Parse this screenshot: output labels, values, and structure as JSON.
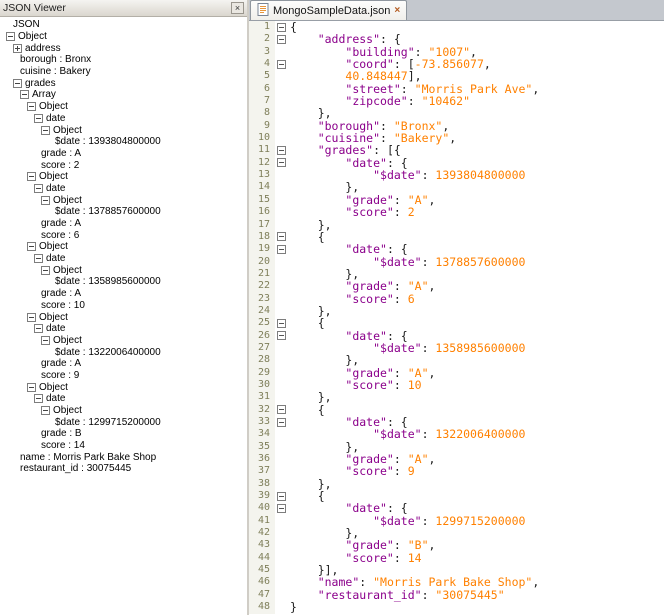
{
  "icons": {
    "close": "×"
  },
  "colors": {
    "key_color": "#8B008B",
    "value_color": "#FF8000",
    "text_color": "#1A1A1A",
    "line_number_color": "#7F7F5A"
  },
  "left_panel": {
    "title": "JSON Viewer",
    "tree": [
      {
        "label": "JSON",
        "depth": 0,
        "exp": null
      },
      {
        "label": "Object",
        "depth": 0,
        "exp": "minus"
      },
      {
        "label": "address",
        "depth": 1,
        "exp": "plus"
      },
      {
        "label": "borough",
        "value": "Bronx",
        "depth": 1,
        "exp": null
      },
      {
        "label": "cuisine",
        "value": "Bakery",
        "depth": 1,
        "exp": null
      },
      {
        "label": "grades",
        "depth": 1,
        "exp": "minus"
      },
      {
        "label": "Array",
        "depth": 2,
        "exp": "minus"
      },
      {
        "label": "Object",
        "depth": 3,
        "exp": "minus"
      },
      {
        "label": "date",
        "depth": 4,
        "exp": "minus"
      },
      {
        "label": "Object",
        "depth": 5,
        "exp": "minus"
      },
      {
        "label": "$date",
        "value": "1393804800000",
        "depth": 6,
        "exp": null
      },
      {
        "label": "grade",
        "value": "A",
        "depth": 4,
        "exp": null
      },
      {
        "label": "score",
        "value": "2",
        "depth": 4,
        "exp": null
      },
      {
        "label": "Object",
        "depth": 3,
        "exp": "minus"
      },
      {
        "label": "date",
        "depth": 4,
        "exp": "minus"
      },
      {
        "label": "Object",
        "depth": 5,
        "exp": "minus"
      },
      {
        "label": "$date",
        "value": "1378857600000",
        "depth": 6,
        "exp": null
      },
      {
        "label": "grade",
        "value": "A",
        "depth": 4,
        "exp": null
      },
      {
        "label": "score",
        "value": "6",
        "depth": 4,
        "exp": null
      },
      {
        "label": "Object",
        "depth": 3,
        "exp": "minus"
      },
      {
        "label": "date",
        "depth": 4,
        "exp": "minus"
      },
      {
        "label": "Object",
        "depth": 5,
        "exp": "minus"
      },
      {
        "label": "$date",
        "value": "1358985600000",
        "depth": 6,
        "exp": null
      },
      {
        "label": "grade",
        "value": "A",
        "depth": 4,
        "exp": null
      },
      {
        "label": "score",
        "value": "10",
        "depth": 4,
        "exp": null
      },
      {
        "label": "Object",
        "depth": 3,
        "exp": "minus"
      },
      {
        "label": "date",
        "depth": 4,
        "exp": "minus"
      },
      {
        "label": "Object",
        "depth": 5,
        "exp": "minus"
      },
      {
        "label": "$date",
        "value": "1322006400000",
        "depth": 6,
        "exp": null
      },
      {
        "label": "grade",
        "value": "A",
        "depth": 4,
        "exp": null
      },
      {
        "label": "score",
        "value": "9",
        "depth": 4,
        "exp": null
      },
      {
        "label": "Object",
        "depth": 3,
        "exp": "minus"
      },
      {
        "label": "date",
        "depth": 4,
        "exp": "minus"
      },
      {
        "label": "Object",
        "depth": 5,
        "exp": "minus"
      },
      {
        "label": "$date",
        "value": "1299715200000",
        "depth": 6,
        "exp": null
      },
      {
        "label": "grade",
        "value": "B",
        "depth": 4,
        "exp": null
      },
      {
        "label": "score",
        "value": "14",
        "depth": 4,
        "exp": null
      },
      {
        "label": "name",
        "value": "Morris Park Bake Shop",
        "depth": 1,
        "exp": null
      },
      {
        "label": "restaurant_id",
        "value": "30075445",
        "depth": 1,
        "exp": null
      }
    ]
  },
  "editor": {
    "tab_label": "MongoSampleData.json",
    "fold_lines": [
      1,
      2,
      4,
      11,
      12,
      18,
      19,
      25,
      26,
      32,
      33,
      39,
      40
    ],
    "lines": [
      [
        [
          "pl",
          "{"
        ]
      ],
      [
        [
          "pl",
          "    "
        ],
        [
          "key",
          "\"address\""
        ],
        [
          "pl",
          ": {"
        ]
      ],
      [
        [
          "pl",
          "        "
        ],
        [
          "key",
          "\"building\""
        ],
        [
          "pl",
          ": "
        ],
        [
          "val",
          "\"1007\""
        ],
        [
          "pl",
          ","
        ]
      ],
      [
        [
          "pl",
          "        "
        ],
        [
          "key",
          "\"coord\""
        ],
        [
          "pl",
          ": ["
        ],
        [
          "val",
          "-73.856077"
        ],
        [
          "pl",
          ","
        ]
      ],
      [
        [
          "pl",
          "        "
        ],
        [
          "val",
          "40.848447"
        ],
        [
          "pl",
          "],"
        ]
      ],
      [
        [
          "pl",
          "        "
        ],
        [
          "key",
          "\"street\""
        ],
        [
          "pl",
          ": "
        ],
        [
          "val",
          "\"Morris Park Ave\""
        ],
        [
          "pl",
          ","
        ]
      ],
      [
        [
          "pl",
          "        "
        ],
        [
          "key",
          "\"zipcode\""
        ],
        [
          "pl",
          ": "
        ],
        [
          "val",
          "\"10462\""
        ]
      ],
      [
        [
          "pl",
          "    },"
        ]
      ],
      [
        [
          "pl",
          "    "
        ],
        [
          "key",
          "\"borough\""
        ],
        [
          "pl",
          ": "
        ],
        [
          "val",
          "\"Bronx\""
        ],
        [
          "pl",
          ","
        ]
      ],
      [
        [
          "pl",
          "    "
        ],
        [
          "key",
          "\"cuisine\""
        ],
        [
          "pl",
          ": "
        ],
        [
          "val",
          "\"Bakery\""
        ],
        [
          "pl",
          ","
        ]
      ],
      [
        [
          "pl",
          "    "
        ],
        [
          "key",
          "\"grades\""
        ],
        [
          "pl",
          ": [{"
        ]
      ],
      [
        [
          "pl",
          "        "
        ],
        [
          "key",
          "\"date\""
        ],
        [
          "pl",
          ": {"
        ]
      ],
      [
        [
          "pl",
          "            "
        ],
        [
          "key",
          "\"$date\""
        ],
        [
          "pl",
          ": "
        ],
        [
          "val",
          "1393804800000"
        ]
      ],
      [
        [
          "pl",
          "        },"
        ]
      ],
      [
        [
          "pl",
          "        "
        ],
        [
          "key",
          "\"grade\""
        ],
        [
          "pl",
          ": "
        ],
        [
          "val",
          "\"A\""
        ],
        [
          "pl",
          ","
        ]
      ],
      [
        [
          "pl",
          "        "
        ],
        [
          "key",
          "\"score\""
        ],
        [
          "pl",
          ": "
        ],
        [
          "val",
          "2"
        ]
      ],
      [
        [
          "pl",
          "    },"
        ]
      ],
      [
        [
          "pl",
          "    {"
        ]
      ],
      [
        [
          "pl",
          "        "
        ],
        [
          "key",
          "\"date\""
        ],
        [
          "pl",
          ": {"
        ]
      ],
      [
        [
          "pl",
          "            "
        ],
        [
          "key",
          "\"$date\""
        ],
        [
          "pl",
          ": "
        ],
        [
          "val",
          "1378857600000"
        ]
      ],
      [
        [
          "pl",
          "        },"
        ]
      ],
      [
        [
          "pl",
          "        "
        ],
        [
          "key",
          "\"grade\""
        ],
        [
          "pl",
          ": "
        ],
        [
          "val",
          "\"A\""
        ],
        [
          "pl",
          ","
        ]
      ],
      [
        [
          "pl",
          "        "
        ],
        [
          "key",
          "\"score\""
        ],
        [
          "pl",
          ": "
        ],
        [
          "val",
          "6"
        ]
      ],
      [
        [
          "pl",
          "    },"
        ]
      ],
      [
        [
          "pl",
          "    {"
        ]
      ],
      [
        [
          "pl",
          "        "
        ],
        [
          "key",
          "\"date\""
        ],
        [
          "pl",
          ": {"
        ]
      ],
      [
        [
          "pl",
          "            "
        ],
        [
          "key",
          "\"$date\""
        ],
        [
          "pl",
          ": "
        ],
        [
          "val",
          "1358985600000"
        ]
      ],
      [
        [
          "pl",
          "        },"
        ]
      ],
      [
        [
          "pl",
          "        "
        ],
        [
          "key",
          "\"grade\""
        ],
        [
          "pl",
          ": "
        ],
        [
          "val",
          "\"A\""
        ],
        [
          "pl",
          ","
        ]
      ],
      [
        [
          "pl",
          "        "
        ],
        [
          "key",
          "\"score\""
        ],
        [
          "pl",
          ": "
        ],
        [
          "val",
          "10"
        ]
      ],
      [
        [
          "pl",
          "    },"
        ]
      ],
      [
        [
          "pl",
          "    {"
        ]
      ],
      [
        [
          "pl",
          "        "
        ],
        [
          "key",
          "\"date\""
        ],
        [
          "pl",
          ": {"
        ]
      ],
      [
        [
          "pl",
          "            "
        ],
        [
          "key",
          "\"$date\""
        ],
        [
          "pl",
          ": "
        ],
        [
          "val",
          "1322006400000"
        ]
      ],
      [
        [
          "pl",
          "        },"
        ]
      ],
      [
        [
          "pl",
          "        "
        ],
        [
          "key",
          "\"grade\""
        ],
        [
          "pl",
          ": "
        ],
        [
          "val",
          "\"A\""
        ],
        [
          "pl",
          ","
        ]
      ],
      [
        [
          "pl",
          "        "
        ],
        [
          "key",
          "\"score\""
        ],
        [
          "pl",
          ": "
        ],
        [
          "val",
          "9"
        ]
      ],
      [
        [
          "pl",
          "    },"
        ]
      ],
      [
        [
          "pl",
          "    {"
        ]
      ],
      [
        [
          "pl",
          "        "
        ],
        [
          "key",
          "\"date\""
        ],
        [
          "pl",
          ": {"
        ]
      ],
      [
        [
          "pl",
          "            "
        ],
        [
          "key",
          "\"$date\""
        ],
        [
          "pl",
          ": "
        ],
        [
          "val",
          "1299715200000"
        ]
      ],
      [
        [
          "pl",
          "        },"
        ]
      ],
      [
        [
          "pl",
          "        "
        ],
        [
          "key",
          "\"grade\""
        ],
        [
          "pl",
          ": "
        ],
        [
          "val",
          "\"B\""
        ],
        [
          "pl",
          ","
        ]
      ],
      [
        [
          "pl",
          "        "
        ],
        [
          "key",
          "\"score\""
        ],
        [
          "pl",
          ": "
        ],
        [
          "val",
          "14"
        ]
      ],
      [
        [
          "pl",
          "    }],"
        ]
      ],
      [
        [
          "pl",
          "    "
        ],
        [
          "key",
          "\"name\""
        ],
        [
          "pl",
          ": "
        ],
        [
          "val",
          "\"Morris Park Bake Shop\""
        ],
        [
          "pl",
          ","
        ]
      ],
      [
        [
          "pl",
          "    "
        ],
        [
          "key",
          "\"restaurant_id\""
        ],
        [
          "pl",
          ": "
        ],
        [
          "val",
          "\"30075445\""
        ]
      ],
      [
        [
          "pl",
          "}"
        ]
      ]
    ]
  }
}
